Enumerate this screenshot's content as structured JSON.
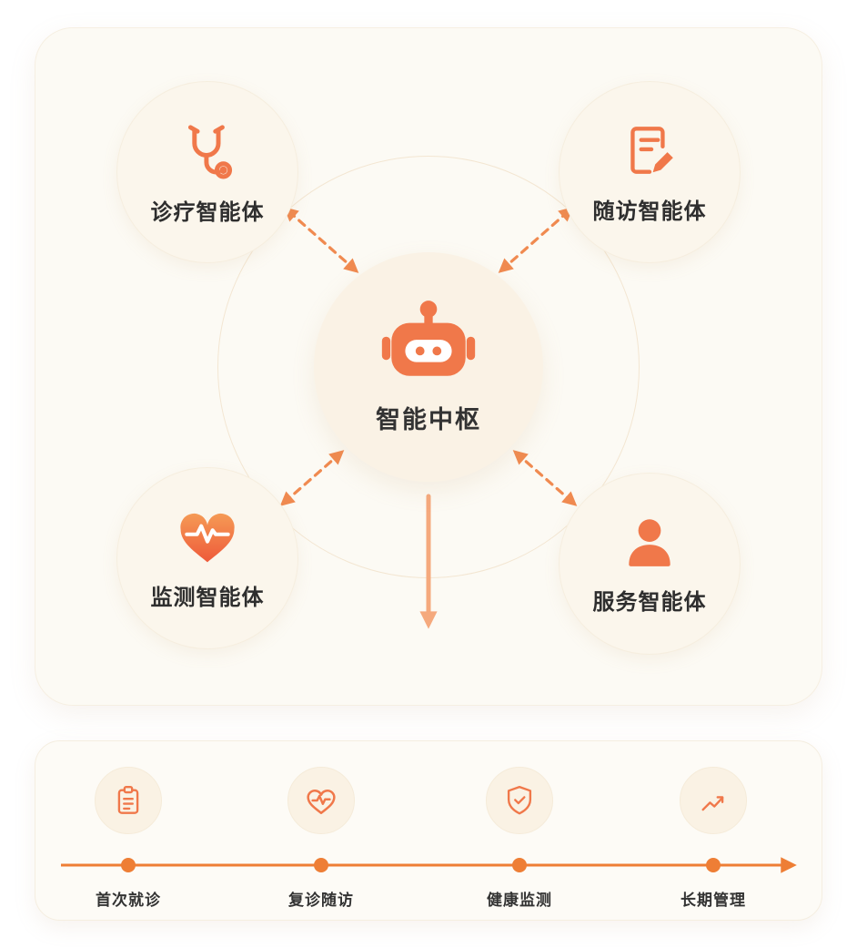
{
  "colors": {
    "accent": "#F0784A",
    "timeline_line": "#EE7E35",
    "card_bg": "#FCFAF4",
    "circle_bg": "#FBF6EC"
  },
  "diagram": {
    "hub": {
      "label": "智能中枢",
      "icon": "robot-icon"
    },
    "agents": [
      {
        "label": "诊疗智能体",
        "icon": "stethoscope-icon",
        "position": "top-left"
      },
      {
        "label": "随访智能体",
        "icon": "document-pen-icon",
        "position": "top-right"
      },
      {
        "label": "监测智能体",
        "icon": "heart-pulse-icon",
        "position": "bottom-left"
      },
      {
        "label": "服务智能体",
        "icon": "person-icon",
        "position": "bottom-right"
      }
    ]
  },
  "timeline": {
    "steps": [
      {
        "label": "首次就诊",
        "icon": "clipboard-icon"
      },
      {
        "label": "复诊随访",
        "icon": "heart-ecg-icon"
      },
      {
        "label": "健康监测",
        "icon": "shield-check-icon"
      },
      {
        "label": "长期管理",
        "icon": "trend-up-icon"
      }
    ]
  }
}
